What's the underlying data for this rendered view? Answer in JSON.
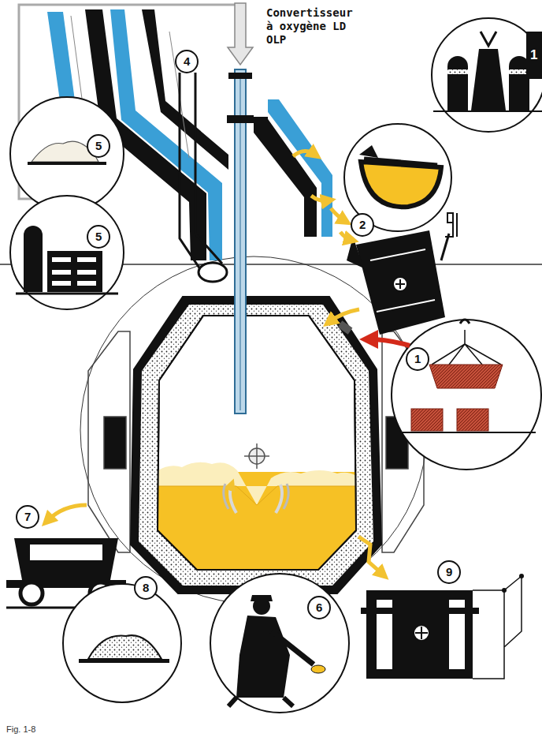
{
  "diagram": {
    "title": "Convertisseur à oxygène LD OLP",
    "caption": "Fig. 1-8",
    "labels": [
      "1",
      "4",
      "5",
      "2",
      "5",
      "1",
      "7",
      "9",
      "8",
      "6"
    ]
  }
}
